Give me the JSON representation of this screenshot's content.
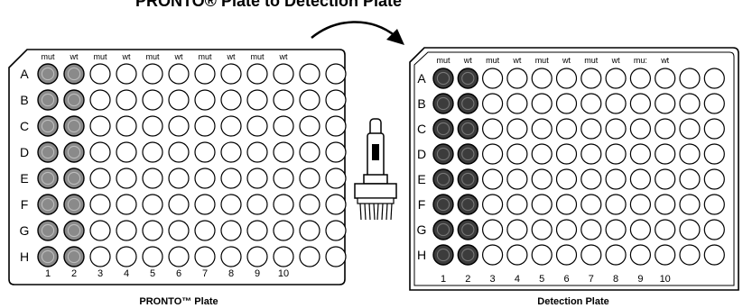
{
  "title": "PRONTO® Plate to Detection Plate",
  "rows": [
    "A",
    "B",
    "C",
    "D",
    "E",
    "F",
    "G",
    "H"
  ],
  "columns": [
    "1",
    "2",
    "3",
    "4",
    "5",
    "6",
    "7",
    "8",
    "9",
    "10"
  ],
  "total_wells_per_row": 12,
  "shaded_columns": [
    1,
    2
  ],
  "left_plate": {
    "caption": "PRONTO™ Plate",
    "column_headers": [
      "mut",
      "wt",
      "mut",
      "wt",
      "mut",
      "wt",
      "mut",
      "wt",
      "mut",
      "wt"
    ]
  },
  "right_plate": {
    "caption": "Detection Plate",
    "column_headers": [
      "mut",
      "wt",
      "mut",
      "wt",
      "mut",
      "wt",
      "mut",
      "wt",
      "mu:",
      "wt"
    ]
  },
  "colors": {
    "left_shaded_well": "#8a8a8a",
    "right_shaded_well": "#3c3c3c",
    "outline": "#000000"
  },
  "icons": {
    "arrow": "curved-arrow-icon",
    "pipette": "multichannel-pipette-icon"
  }
}
